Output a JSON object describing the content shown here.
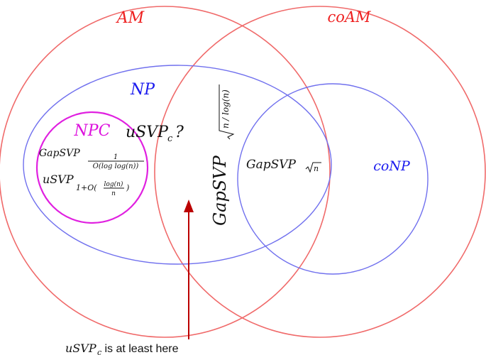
{
  "colors": {
    "am": "#f06a6a",
    "np": "#7070ee",
    "npc": "#e020e0",
    "np_label": "#1a1aee",
    "npc_label": "#dd11dd",
    "am_label": "#ee2020",
    "arrow": "#bb0000",
    "text": "#111111"
  },
  "sets": {
    "am": "AM",
    "coam": "coAM",
    "np": "NP",
    "conp": "coNP",
    "npc": "NPC"
  },
  "labels": {
    "usvp_q": {
      "base": "uSVP",
      "sub": "c",
      "suffix": "?"
    },
    "gap_small": {
      "base": "GapSVP",
      "num": "1",
      "den": "O(log log(n))"
    },
    "usvp_approx": {
      "base": "uSVP",
      "sub_pre": "1+O(",
      "num": "log(n)",
      "den": "n",
      "sub_post": ")"
    },
    "gap_sqrt_n": {
      "base": "GapSVP",
      "sub": "n"
    },
    "gap_rotated": {
      "base": "GapSVP",
      "sqrt_num": "n",
      "sqrt_den": "log(n)",
      "slash": "/"
    }
  },
  "annotation": {
    "var": "uSVP",
    "sub": "c",
    "text": " is at least here"
  }
}
